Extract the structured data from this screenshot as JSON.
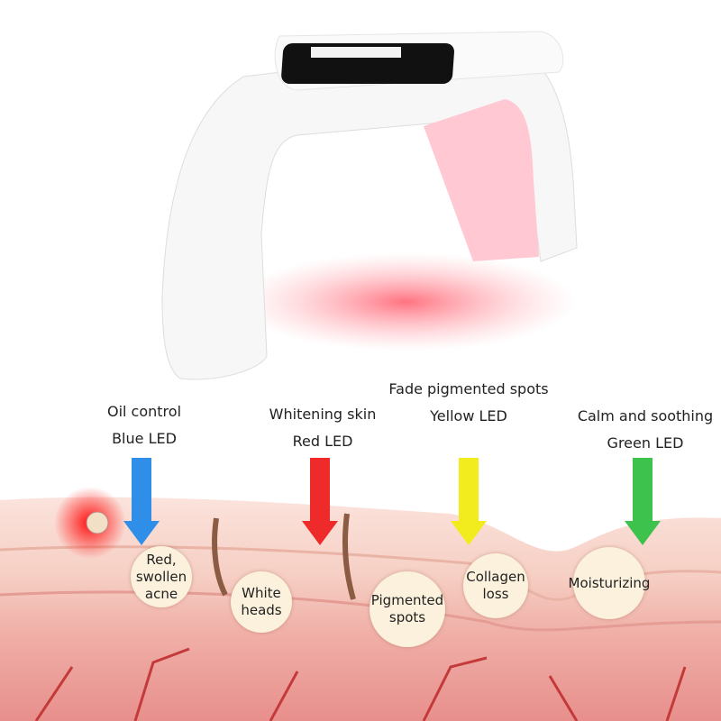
{
  "treatments": [
    {
      "benefit": "Oil control",
      "led": "Blue LED",
      "color": "#2f8fe8",
      "target": "Red,\nswollen\nacne"
    },
    {
      "benefit": "Whitening skin",
      "led": "Red LED",
      "color": "#ee2a2a",
      "target": "White\nheads"
    },
    {
      "benefit": "Fade pigmented spots",
      "led": "Yellow LED",
      "color": "#f2ec1e",
      "target": "Pigmented\nspots"
    },
    {
      "benefit": "Calm and soothing",
      "led": "Green LED",
      "color": "#3ec24e",
      "target": "Collagen\nloss"
    }
  ],
  "extra_target": "Moisturizing"
}
